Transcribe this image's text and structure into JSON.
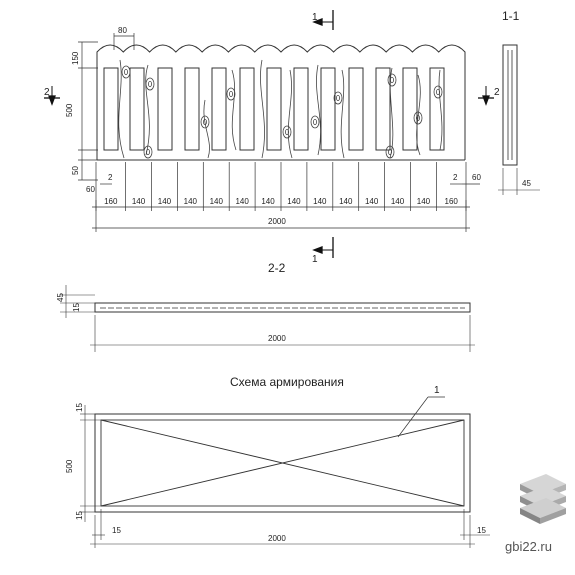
{
  "section_1_label": "1-1",
  "section_2_label": "2-2",
  "cut_marker_1": "1",
  "cut_marker_2": "2",
  "reinforcement_title": "Схема армирования",
  "callout_number": "1",
  "watermark": "gbi22.ru",
  "top_view": {
    "slat_width": "80",
    "dim_150": "150",
    "dim_500": "500",
    "dim_50": "50",
    "dim_60": "60",
    "dim_2": "2",
    "spacings": [
      "160",
      "140",
      "140",
      "140",
      "140",
      "140",
      "140",
      "140",
      "140",
      "140",
      "140",
      "140",
      "140",
      "160"
    ],
    "total_length": "2000",
    "side_thickness": "45"
  },
  "section_view": {
    "thickness": "45",
    "inner": "15",
    "total_length": "2000"
  },
  "reinforcement_view": {
    "cover_top": "15",
    "height": "500",
    "cover_bottom": "15",
    "cover_left": "15",
    "cover_right": "15",
    "total_length": "2000"
  },
  "colors": {
    "line": "#333333",
    "logo_top": "#cfcfcf",
    "logo_side": "#8a8a8a"
  }
}
